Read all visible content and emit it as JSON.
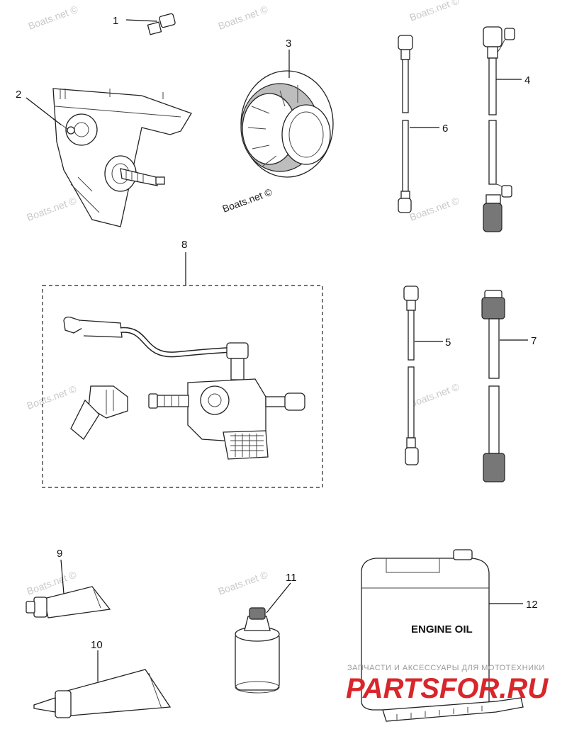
{
  "callouts": [
    "1",
    "2",
    "3",
    "4",
    "5",
    "6",
    "7",
    "8",
    "9",
    "10",
    "11",
    "12"
  ],
  "watermarks": {
    "boats": "Boats.net ©",
    "engine_oil": "ENGINE OIL"
  },
  "partsfor": {
    "tagline": "ЗАПЧАСТИ И АКСЕССУАРЫ ДЛЯ МОТОТЕХНИКИ",
    "brand": "PARTSFOR.RU"
  }
}
